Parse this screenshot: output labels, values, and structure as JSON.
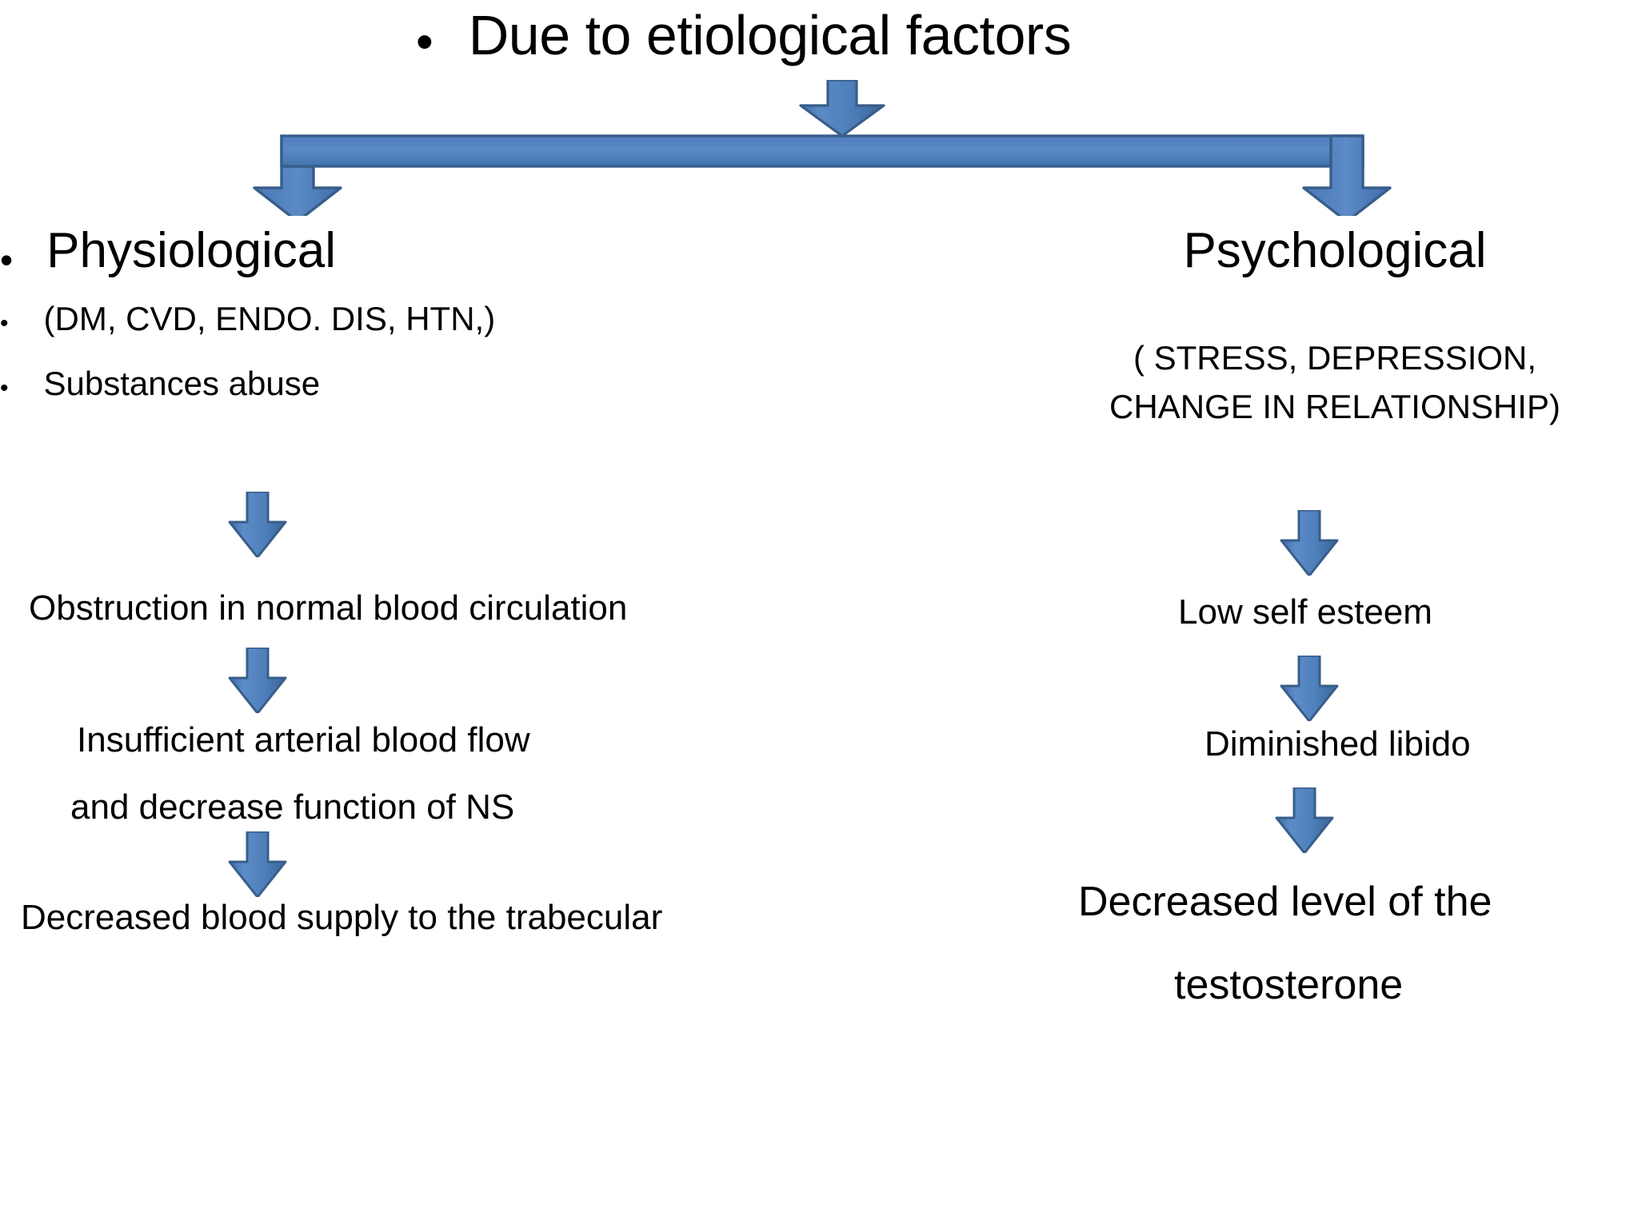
{
  "slide": {
    "background_color": "#FFFFFF",
    "accent_color": "#4F81BD",
    "accent_border_color": "#385D8A",
    "text_color": "#000000"
  },
  "title": {
    "bullet": "•",
    "text": "Due to etiological factors"
  },
  "connector": {
    "feed_arrow_name": "arrow-down",
    "fork_name": "split-arrow-connector",
    "left_branch": "arrow-down-left-branch",
    "right_branch": "arrow-down-right-branch"
  },
  "left_column": {
    "heading": {
      "bullet": "•",
      "text": "Physiological"
    },
    "causes": [
      {
        "bullet": "•",
        "text": "(DM, CVD, ENDO. DIS, HTN,)"
      },
      {
        "bullet": "•",
        "text": "Substances abuse"
      }
    ],
    "steps": [
      "Obstruction in normal blood circulation",
      "Insufficient arterial blood flow",
      "and decrease function of NS",
      "Decreased blood supply to the trabecular"
    ]
  },
  "right_column": {
    "heading": {
      "text": "Psychological"
    },
    "causes_lines": [
      "( STRESS, DEPRESSION,",
      "CHANGE IN RELATIONSHIP)"
    ],
    "steps": [
      "Low self esteem",
      "Diminished libido",
      "Decreased level of the",
      "testosterone"
    ]
  }
}
